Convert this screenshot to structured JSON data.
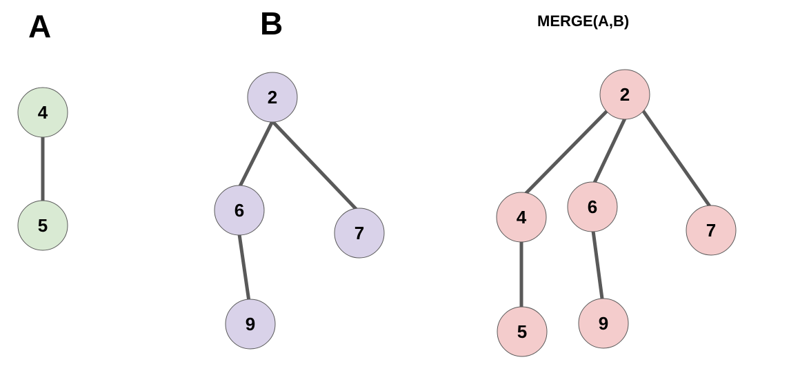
{
  "titles": {
    "a": "A",
    "b": "B",
    "merge": "MERGE(A,B)"
  },
  "colors": {
    "tree_a": "#d9ead3",
    "tree_b": "#d9d2e9",
    "merge": "#f4cccc",
    "edge": "#595959"
  },
  "trees": {
    "a": {
      "nodes": [
        {
          "id": "a4",
          "label": "4"
        },
        {
          "id": "a5",
          "label": "5"
        }
      ],
      "edges": [
        [
          "a4",
          "a5"
        ]
      ]
    },
    "b": {
      "nodes": [
        {
          "id": "b2",
          "label": "2"
        },
        {
          "id": "b6",
          "label": "6"
        },
        {
          "id": "b7",
          "label": "7"
        },
        {
          "id": "b9",
          "label": "9"
        }
      ],
      "edges": [
        [
          "b2",
          "b6"
        ],
        [
          "b2",
          "b7"
        ],
        [
          "b6",
          "b9"
        ]
      ]
    },
    "merge": {
      "nodes": [
        {
          "id": "m2",
          "label": "2"
        },
        {
          "id": "m4",
          "label": "4"
        },
        {
          "id": "m6",
          "label": "6"
        },
        {
          "id": "m7",
          "label": "7"
        },
        {
          "id": "m5",
          "label": "5"
        },
        {
          "id": "m9",
          "label": "9"
        }
      ],
      "edges": [
        [
          "m2",
          "m4"
        ],
        [
          "m2",
          "m6"
        ],
        [
          "m2",
          "m7"
        ],
        [
          "m4",
          "m5"
        ],
        [
          "m6",
          "m9"
        ]
      ]
    }
  }
}
